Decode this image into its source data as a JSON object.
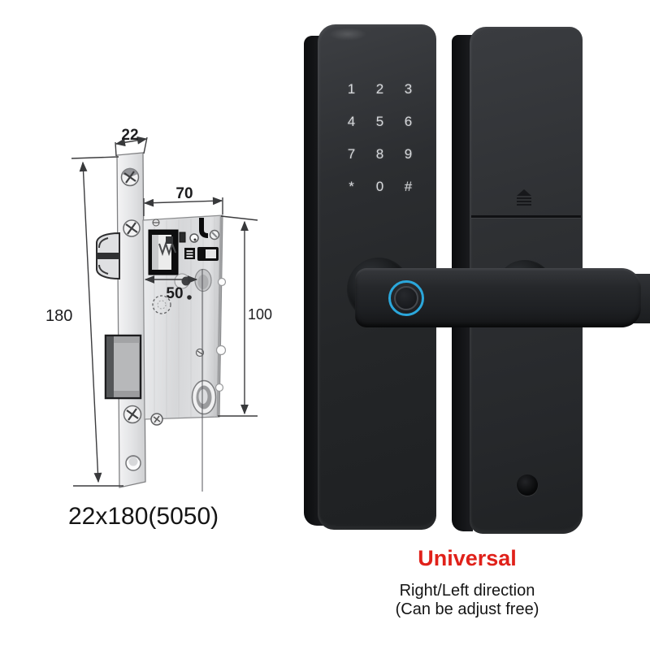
{
  "diagram": {
    "caption": "22x180(5050)",
    "dim_faceplate_width": "22",
    "dim_faceplate_height": "180",
    "dim_body_width": "70",
    "dim_backset": "50",
    "dim_body_height": "100"
  },
  "front_lock": {
    "keypad_keys": [
      "1",
      "2",
      "3",
      "4",
      "5",
      "6",
      "7",
      "8",
      "9",
      "*",
      "0",
      "#"
    ],
    "fingerprint_ring_color": "#2ba7db"
  },
  "rear_lock": {
    "battery_eject_icon": "eject-triangle-with-grip-lines"
  },
  "annotation": {
    "title": "Universal",
    "title_color": "#e0211a",
    "line1": "Right/Left direction",
    "line2": "(Can be adjust free)"
  }
}
